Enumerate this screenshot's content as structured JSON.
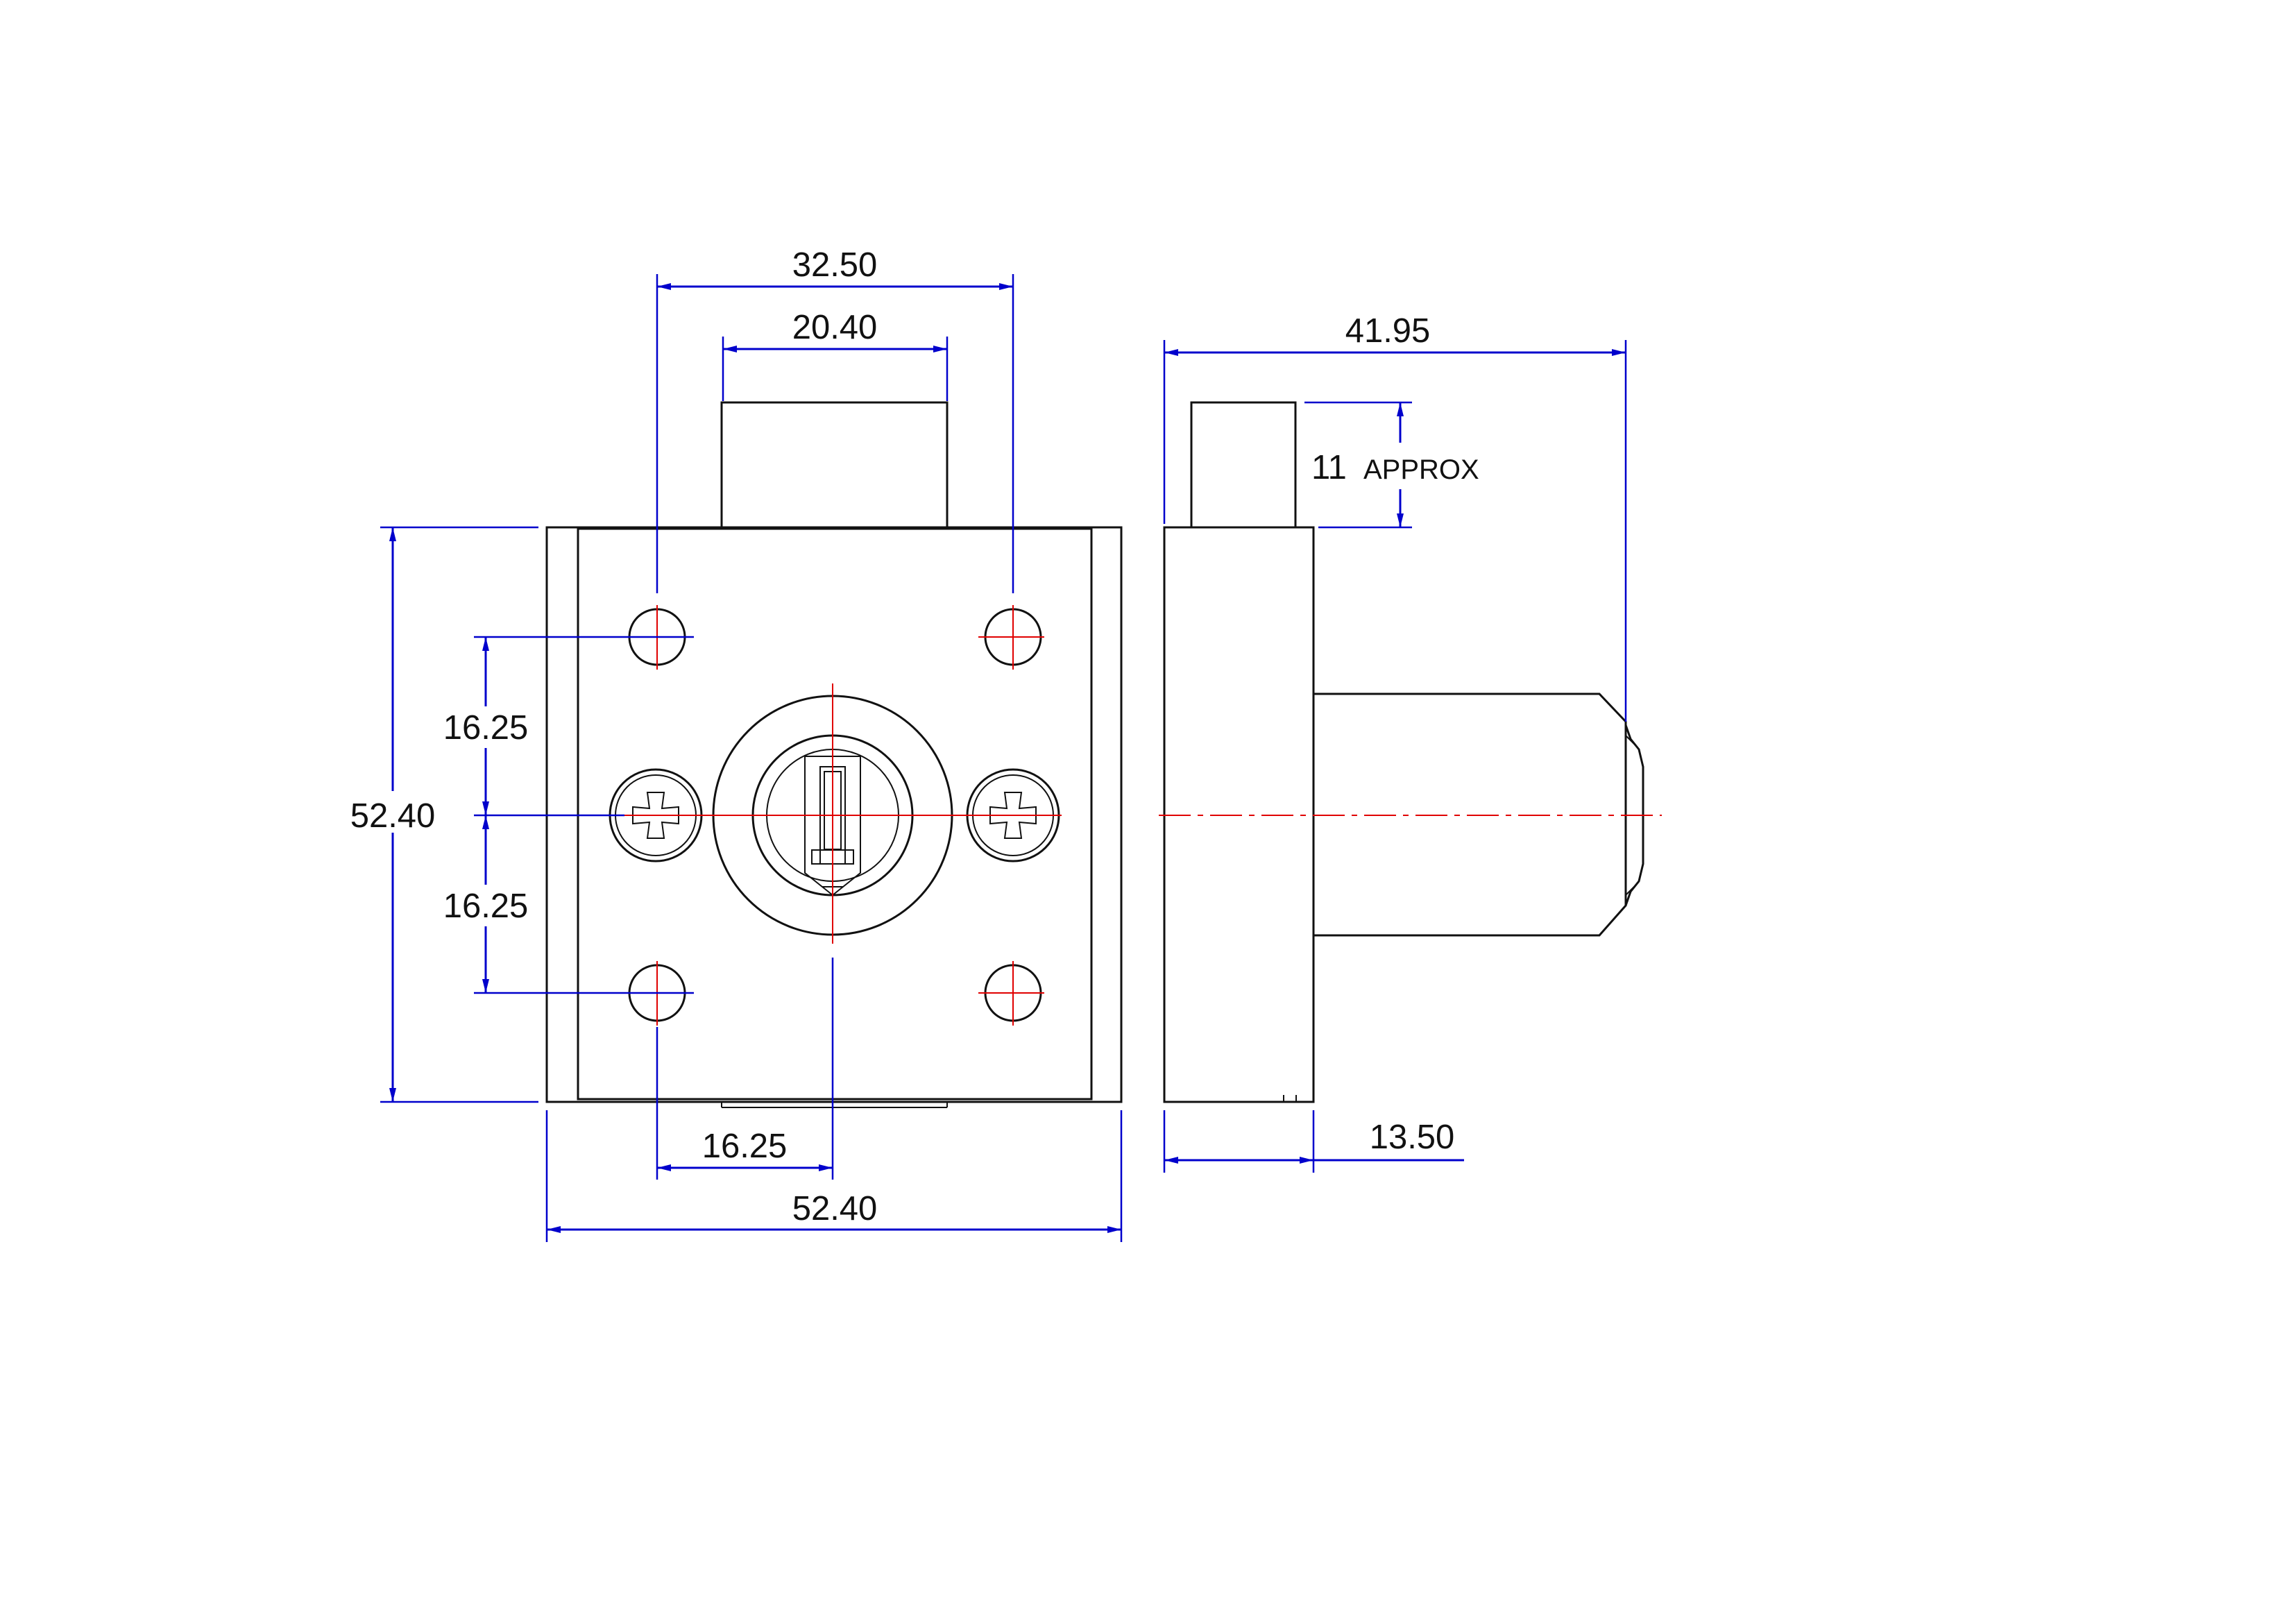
{
  "colors": {
    "outline": "#111111",
    "dimension": "#0000cc",
    "centerline": "#e00000",
    "background": "#ffffff"
  },
  "dimensions": {
    "top_outer_width": "32.50",
    "top_inner_width": "20.40",
    "overall_height": "52.40",
    "hole_pitch_upper": "16.25",
    "hole_pitch_lower": "16.25",
    "hole_offset_horizontal": "16.25",
    "overall_width": "52.40",
    "side_total_depth": "41.95",
    "bolt_projection_value": "11",
    "bolt_projection_note": "APPROX",
    "case_depth": "13.50"
  }
}
